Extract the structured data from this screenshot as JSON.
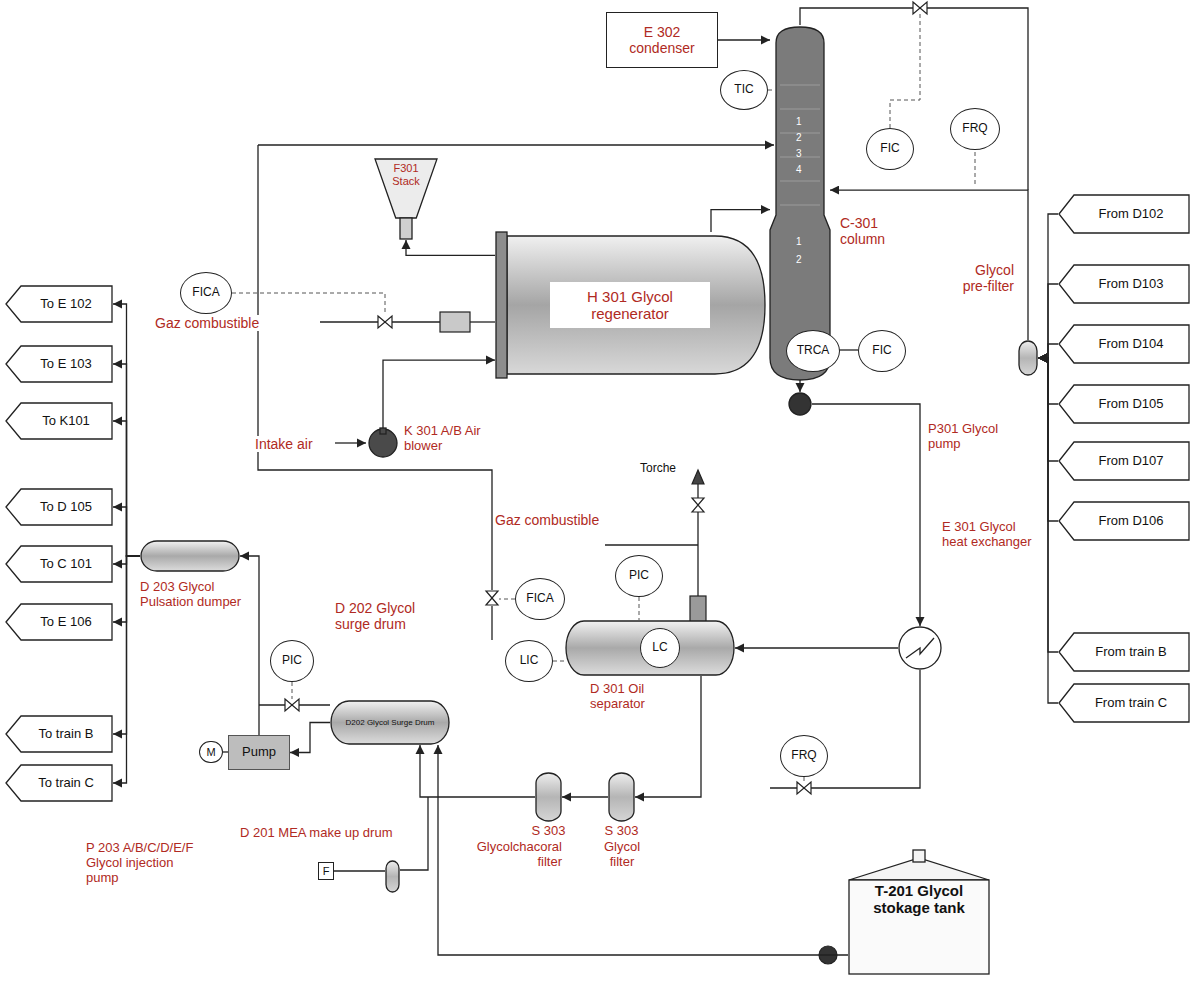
{
  "diagram": {
    "nodes": [
      {
        "text": [
          "E 302 condenser"
        ]
      },
      {
        "text": [
          "TIC"
        ]
      },
      {
        "text": [
          "FIC"
        ]
      },
      {
        "text": [
          "FRQ"
        ]
      },
      {
        "text": [
          "F301 Stack"
        ]
      },
      {
        "text": [
          "C-301 column"
        ]
      },
      {
        "text": [
          "H 301 Glycol regenerator"
        ]
      },
      {
        "text": [
          "FICA"
        ]
      },
      {
        "text": [
          "TRCA"
        ]
      },
      {
        "text": [
          "FIC"
        ]
      },
      {
        "text": [
          "Glycol pre-filter"
        ]
      },
      {
        "text": [
          "K 301 A/B Air blower"
        ]
      },
      {
        "text": [
          "P301 Glycol pump"
        ]
      },
      {
        "text": [
          "FICA"
        ]
      },
      {
        "text": [
          "PIC"
        ]
      },
      {
        "text": [
          "LIC"
        ]
      },
      {
        "text": [
          "D 301 Oil separator"
        ]
      },
      {
        "text": [
          "LC"
        ],
        "in": 16
      },
      {
        "text": [
          "E 301 Glycol heat exchanger"
        ]
      },
      {
        "text": [
          "From D102"
        ]
      },
      {
        "text": [
          "From D103"
        ]
      },
      {
        "text": [
          "From D104"
        ]
      },
      {
        "text": [
          "From D105"
        ]
      },
      {
        "text": [
          "From D107"
        ]
      },
      {
        "text": [
          "From D106"
        ]
      },
      {
        "text": [
          "From train B"
        ]
      },
      {
        "text": [
          "From train C"
        ]
      },
      {
        "text": [
          "To E 102"
        ]
      },
      {
        "text": [
          "To E 103"
        ]
      },
      {
        "text": [
          "To K101"
        ]
      },
      {
        "text": [
          "To D 105"
        ]
      },
      {
        "text": [
          "To C 101"
        ]
      },
      {
        "text": [
          "To E 106"
        ]
      },
      {
        "text": [
          "To train B"
        ]
      },
      {
        "text": [
          "To train C"
        ]
      },
      {
        "text": [
          "D 203 Glycol Pulsation dumper"
        ]
      },
      {
        "text": [
          "PIC"
        ]
      },
      {
        "text": [
          "D 202 Glycol surge drum",
          "D202 Glycol Surge Drum"
        ]
      },
      {
        "text": [
          "Pump",
          "P 203 A/B/C/D/E/F Glycol injection pump"
        ]
      },
      {
        "text": [
          "M"
        ]
      },
      {
        "text": [
          "D 201 MEA make up drum"
        ]
      },
      {
        "text": [
          "F"
        ]
      },
      {
        "text": [
          "S 303",
          "Glycolchacoral filter"
        ]
      },
      {
        "text": [
          "S 303",
          "Glycol filter"
        ]
      },
      {
        "text": [
          "FRQ"
        ]
      },
      {
        "text": [
          "T-201 Glycol stokage tank"
        ]
      }
    ],
    "edges": [
      {
        "from": 0,
        "to": 5,
        "arrow": "to"
      },
      {
        "from": 10,
        "to": 5,
        "arrow": "to"
      },
      {
        "from": 5,
        "to": 12,
        "arrow": "to"
      },
      {
        "from": 12,
        "to": 18,
        "arrow": "to"
      },
      {
        "from": 18,
        "to": 16,
        "arrow": "to"
      },
      {
        "from": 16,
        "to": 43,
        "arrow": "to"
      },
      {
        "from": 43,
        "to": 42,
        "arrow": "to"
      },
      {
        "from": 42,
        "to": 37,
        "arrow": "to"
      },
      {
        "from": 45,
        "to": 37,
        "arrow": "to"
      },
      {
        "from": 37,
        "to": 38,
        "arrow": "to"
      },
      {
        "from": 38,
        "to": 35,
        "arrow": "to"
      },
      {
        "from": 35,
        "to": 27,
        "arrow": "to"
      },
      {
        "from": 35,
        "to": 28,
        "arrow": "to"
      },
      {
        "from": 35,
        "to": 29,
        "arrow": "to"
      },
      {
        "from": 35,
        "to": 30,
        "arrow": "to"
      },
      {
        "from": 35,
        "to": 31,
        "arrow": "to"
      },
      {
        "from": 35,
        "to": 32,
        "arrow": "to"
      },
      {
        "from": 35,
        "to": 33,
        "arrow": "to"
      },
      {
        "from": 35,
        "to": 34,
        "arrow": "to"
      },
      {
        "from": 19,
        "to": 10,
        "arrow": "to"
      },
      {
        "from": 20,
        "to": 10,
        "arrow": "to"
      },
      {
        "from": 21,
        "to": 10,
        "arrow": "to"
      },
      {
        "from": 22,
        "to": 10,
        "arrow": "to"
      },
      {
        "from": 23,
        "to": 10,
        "arrow": "to"
      },
      {
        "from": 24,
        "to": 10,
        "arrow": "to"
      },
      {
        "from": 25,
        "to": 10,
        "arrow": "to"
      },
      {
        "from": 26,
        "to": 10,
        "arrow": "to"
      },
      {
        "from": 11,
        "to": 6,
        "arrow": "to"
      },
      {
        "from": 6,
        "to": 4,
        "arrow": "to"
      },
      {
        "from": 6,
        "to": 5,
        "arrow": "to"
      },
      {
        "from": 39,
        "to": 38,
        "arrow": "none"
      },
      {
        "from": 41,
        "to": 40,
        "arrow": "none"
      }
    ],
    "labels": [
      "Gaz combustible",
      "Intake air",
      "Gaz combustible",
      "Torche",
      "1",
      "2",
      "3",
      "4",
      "1",
      "2"
    ]
  }
}
